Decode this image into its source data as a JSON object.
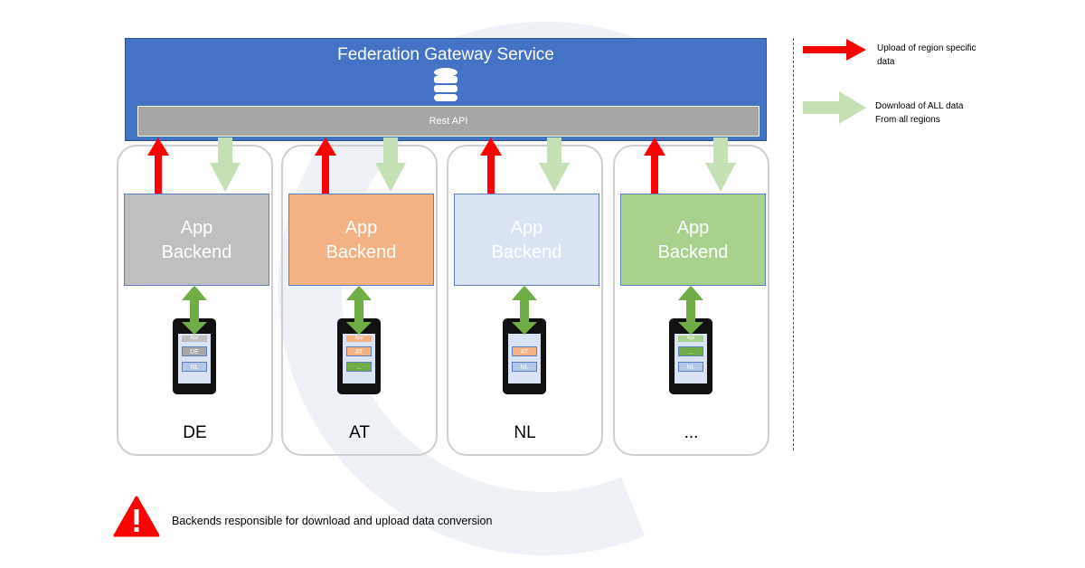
{
  "gateway": {
    "title": "Federation Gateway Service",
    "rest_api": "Rest API",
    "icon": "database-icon"
  },
  "regions": [
    {
      "code": "DE",
      "backend_line1": "App",
      "backend_line2": "Backend",
      "color": "#bfbfbf",
      "phone": {
        "top_label": "App",
        "chips": [
          {
            "label": "DE",
            "color": "#a6a6a6"
          },
          {
            "label": "NL",
            "color": "#b4c7e7"
          }
        ]
      }
    },
    {
      "code": "AT",
      "backend_line1": "App",
      "backend_line2": "Backend",
      "color": "#f4b183",
      "phone": {
        "top_label": "App",
        "chips": [
          {
            "label": "AT",
            "color": "#f4b183"
          },
          {
            "label": "...",
            "color": "#70ad47"
          }
        ]
      }
    },
    {
      "code": "NL",
      "backend_line1": "App",
      "backend_line2": "Backend",
      "color": "#dae3f3",
      "phone": {
        "top_label": "",
        "chips": [
          {
            "label": "AT",
            "color": "#f4b183"
          },
          {
            "label": "NL",
            "color": "#b4c7e7"
          }
        ]
      }
    },
    {
      "code": "...",
      "backend_line1": "App",
      "backend_line2": "Backend",
      "color": "#a9d18e",
      "phone": {
        "top_label": "App",
        "chips": [
          {
            "label": "...",
            "color": "#70ad47"
          },
          {
            "label": "NL",
            "color": "#b4c7e7"
          }
        ]
      }
    }
  ],
  "legend": {
    "upload_line1": "Upload of region specific",
    "upload_line2": "data",
    "upload_color": "#ff0000",
    "download_line1": "Download of ALL data",
    "download_line2": "From all regions",
    "download_color": "#c5e0b4"
  },
  "warning": {
    "text": "Backends responsible for download and upload data conversion",
    "color": "#ff0000"
  }
}
